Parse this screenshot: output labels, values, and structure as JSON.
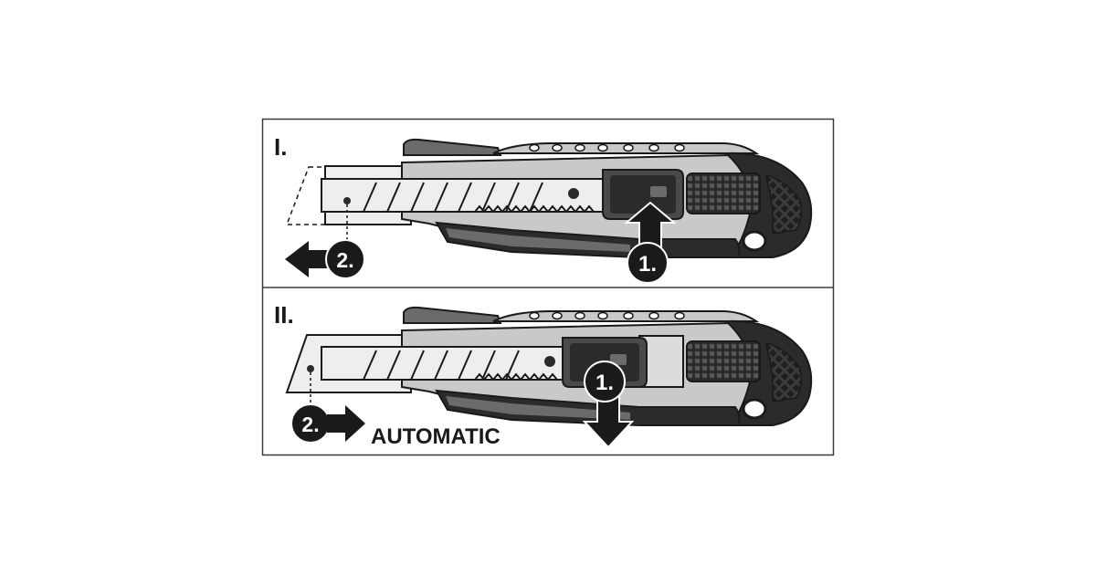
{
  "panels": [
    {
      "id": "I",
      "label": "I.",
      "step1": "1.",
      "step2": "2."
    },
    {
      "id": "II",
      "label": "II.",
      "step1": "1.",
      "step2": "2.",
      "caption": "AUTOMATIC"
    }
  ],
  "colors": {
    "frame": "#3a3a3a",
    "body_dark": "#2b2b2b",
    "body_mid": "#6b6b6b",
    "body_light": "#c9c9c9",
    "blade": "#eeeeee",
    "ink": "#1a1a1a"
  },
  "icons": [
    "arrow-left-icon",
    "arrow-right-icon",
    "arrow-up-icon",
    "arrow-down-icon"
  ]
}
